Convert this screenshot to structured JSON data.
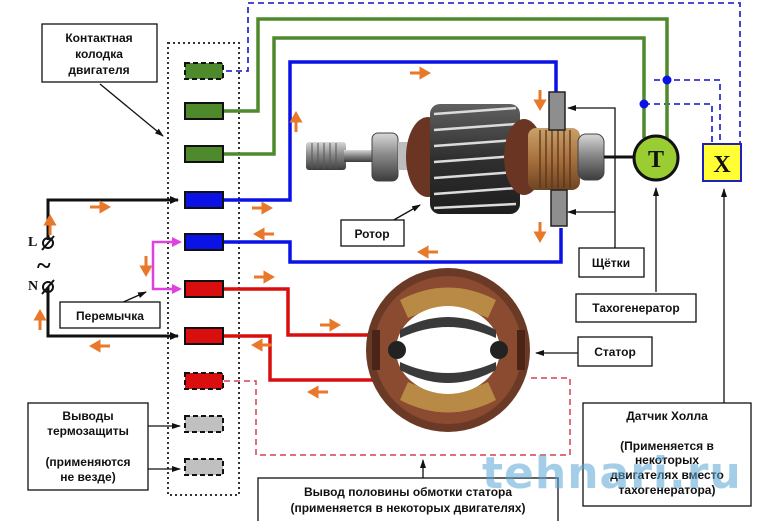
{
  "labels": {
    "terminal_block": [
      "Контактная",
      "колодка",
      "двигателя"
    ],
    "jumper": "Перемычка",
    "thermal": [
      "Выводы",
      "термозащиты",
      "",
      "(применяются",
      "не везде)"
    ],
    "rotor": "Ротор",
    "brushes": "Щётки",
    "tachogenerator": "Тахогенератор",
    "stator": "Статор",
    "hall_sensor": [
      "Датчик Холла",
      "",
      "(Применяется в",
      "некоторых",
      "двигателях вместо",
      "тахогенератора)"
    ],
    "half_winding": [
      "Вывод половины обмотки статора",
      "(применяется в некоторых двигателях)"
    ],
    "mains_L": "L",
    "mains_N": "N",
    "ac_symbol": "~",
    "tacho_symbol": "T",
    "hall_symbol": "X",
    "watermark": "tehnari.ru"
  },
  "terminals": [
    {
      "id": "hall-signal",
      "color": "#4e8a2c",
      "style": "dashed",
      "wire": "blue-dashed"
    },
    {
      "id": "tacho-1",
      "color": "#4e8a2c",
      "style": "solid",
      "wire": "green"
    },
    {
      "id": "tacho-2",
      "color": "#4e8a2c",
      "style": "solid",
      "wire": "green"
    },
    {
      "id": "rotor-1",
      "color": "#0a12e6",
      "style": "solid",
      "wire": "blue"
    },
    {
      "id": "rotor-2",
      "color": "#0a12e6",
      "style": "solid",
      "wire": "blue"
    },
    {
      "id": "stator-1",
      "color": "#d90f0f",
      "style": "solid",
      "wire": "red"
    },
    {
      "id": "stator-2",
      "color": "#d90f0f",
      "style": "solid",
      "wire": "red"
    },
    {
      "id": "stator-half",
      "color": "#d90f0f",
      "style": "dashed",
      "wire": "red-dashed"
    },
    {
      "id": "thermal-1",
      "color": "#c0c0c0",
      "style": "dashed",
      "wire": "none"
    },
    {
      "id": "thermal-2",
      "color": "#c0c0c0",
      "style": "dashed",
      "wire": "none"
    }
  ],
  "colors": {
    "green_wire": "#4e8a2c",
    "blue_wire": "#0a12e6",
    "red_wire": "#d90f0f",
    "jumper_wire": "#e040e0",
    "mains_wire": "#111111",
    "current_arrow": "#e8782a",
    "hall_dashed": "#3030d0",
    "tacho_fill": "#9acd32",
    "hall_fill": "#ffff33",
    "brush_fill": "#8e8e8e"
  }
}
